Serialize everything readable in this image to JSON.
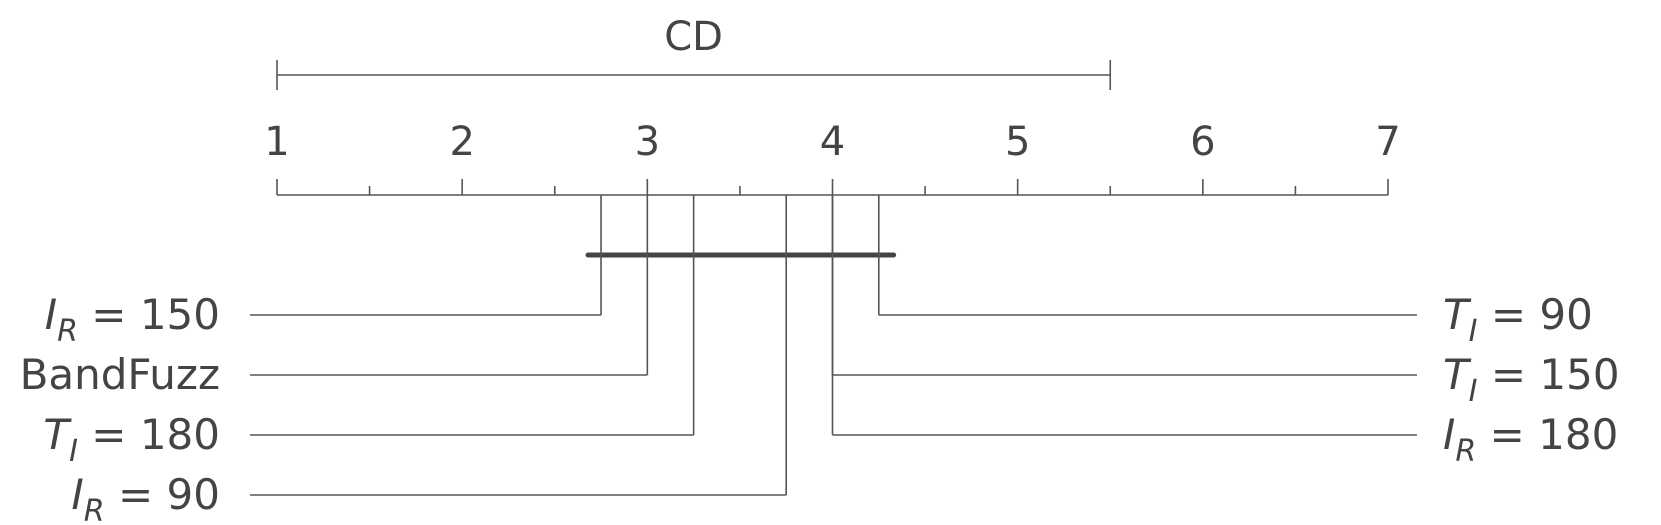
{
  "chart_data": {
    "type": "critical-difference",
    "title": "CD",
    "cd_value": 4.5,
    "axis": {
      "min": 1,
      "max": 7,
      "tick_labels": [
        "1",
        "2",
        "3",
        "4",
        "5",
        "6",
        "7"
      ],
      "minor_step": 0.5
    },
    "methods": [
      {
        "label": "I_R = 150",
        "var": "I",
        "sub": "R",
        "val": "150",
        "rank": 2.75,
        "side": "left"
      },
      {
        "label": "BandFuzz",
        "plain": "BandFuzz",
        "rank": 3.0,
        "side": "left"
      },
      {
        "label": "T_I = 180",
        "var": "T",
        "sub": "I",
        "val": "180",
        "rank": 3.25,
        "side": "left"
      },
      {
        "label": "I_R = 90",
        "var": "I",
        "sub": "R",
        "val": "90",
        "rank": 3.75,
        "side": "left"
      },
      {
        "label": "T_I = 90",
        "var": "T",
        "sub": "I",
        "val": "90",
        "rank": 4.25,
        "side": "right"
      },
      {
        "label": "T_I = 150",
        "var": "T",
        "sub": "I",
        "val": "150",
        "rank": 4.0,
        "side": "right"
      },
      {
        "label": "I_R = 180",
        "var": "I",
        "sub": "R",
        "val": "180",
        "rank": 4.0,
        "side": "right"
      }
    ],
    "cliques": [
      [
        2.68,
        4.33
      ]
    ],
    "colors": {
      "line": "#555555",
      "clique": "#444444",
      "text": "#444444"
    }
  }
}
